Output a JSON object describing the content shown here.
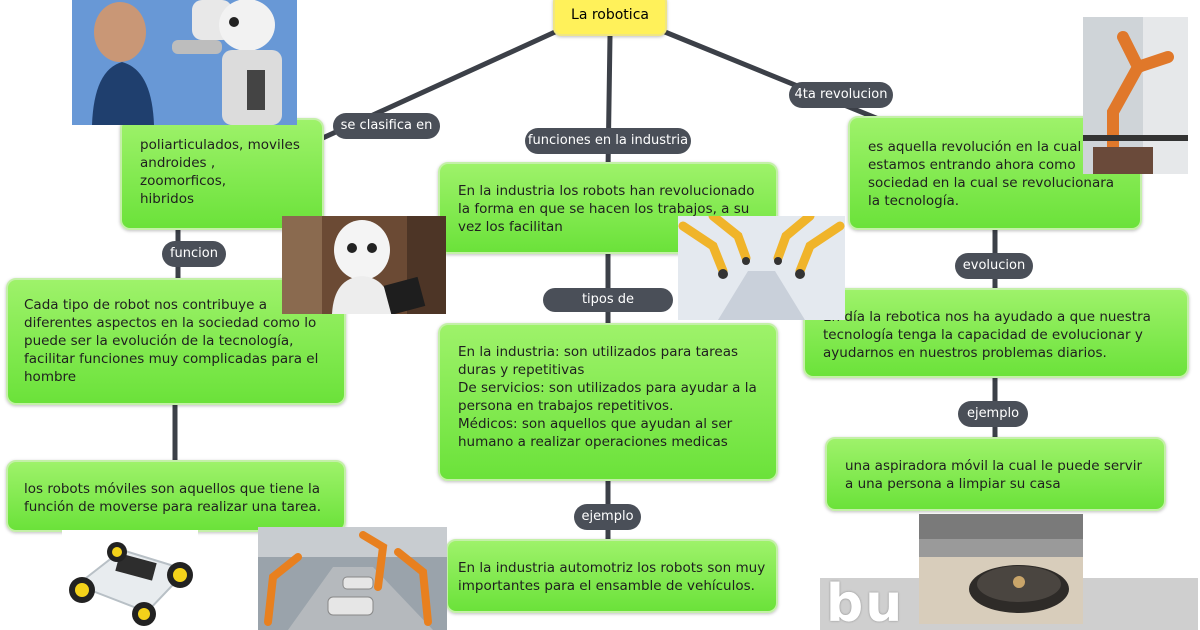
{
  "root": {
    "label": "La robotica"
  },
  "links": {
    "se_clasifica": "se clasifica en",
    "funciones": "funciones en la industria",
    "revolucion": "4ta revolucion",
    "funcion": "funcion",
    "tipos": "tipos de",
    "evolucion": "evolucion",
    "ejemplo_center": "ejemplo",
    "ejemplo_right": "ejemplo"
  },
  "nodes": {
    "clasificacion": " poliarticulados, moviles\nandroides ,\nzoomorficos,\nhibridos",
    "contribucion": "Cada tipo de robot nos contribuye a diferentes aspectos en la sociedad como lo puede ser la evolución de la tecnología, facilitar funciones muy complicadas para el hombre",
    "moviles": "los robots móviles son aquellos que tiene la función de moverse para realizar una tarea.",
    "industria": "En la industria los robots han revolucionado la forma en que se hacen los trabajos, a su vez los facilitan",
    "tipos": "En la industria: son utilizados para tareas duras y repetitivas\nDe servicios: son utilizados para ayudar a la persona en trabajos repetitivos.\nMédicos: son aquellos que ayudan al ser humano a realizar operaciones medicas",
    "automotriz": "En la industria automotriz los robots son muy importantes para el ensamble de vehículos.",
    "revolucion": "es aquella revolución en la cual estamos entrando ahora como sociedad en la cual se revolucionara la tecnología.",
    "evolucion": "En día la rebotica nos ha ayudado a que nuestra tecnología tenga la capacidad de evolucionar y ayudarnos en nuestros problemas diarios.",
    "aspiradora": "una aspiradora móvil la cual le puede servir a una persona a limpiar su casa"
  },
  "watermark": "bu    us",
  "colors": {
    "node_fill": "#7ee84a",
    "root_fill": "#fff15a",
    "link_fill": "#4a4f58",
    "line": "#3c4048"
  }
}
